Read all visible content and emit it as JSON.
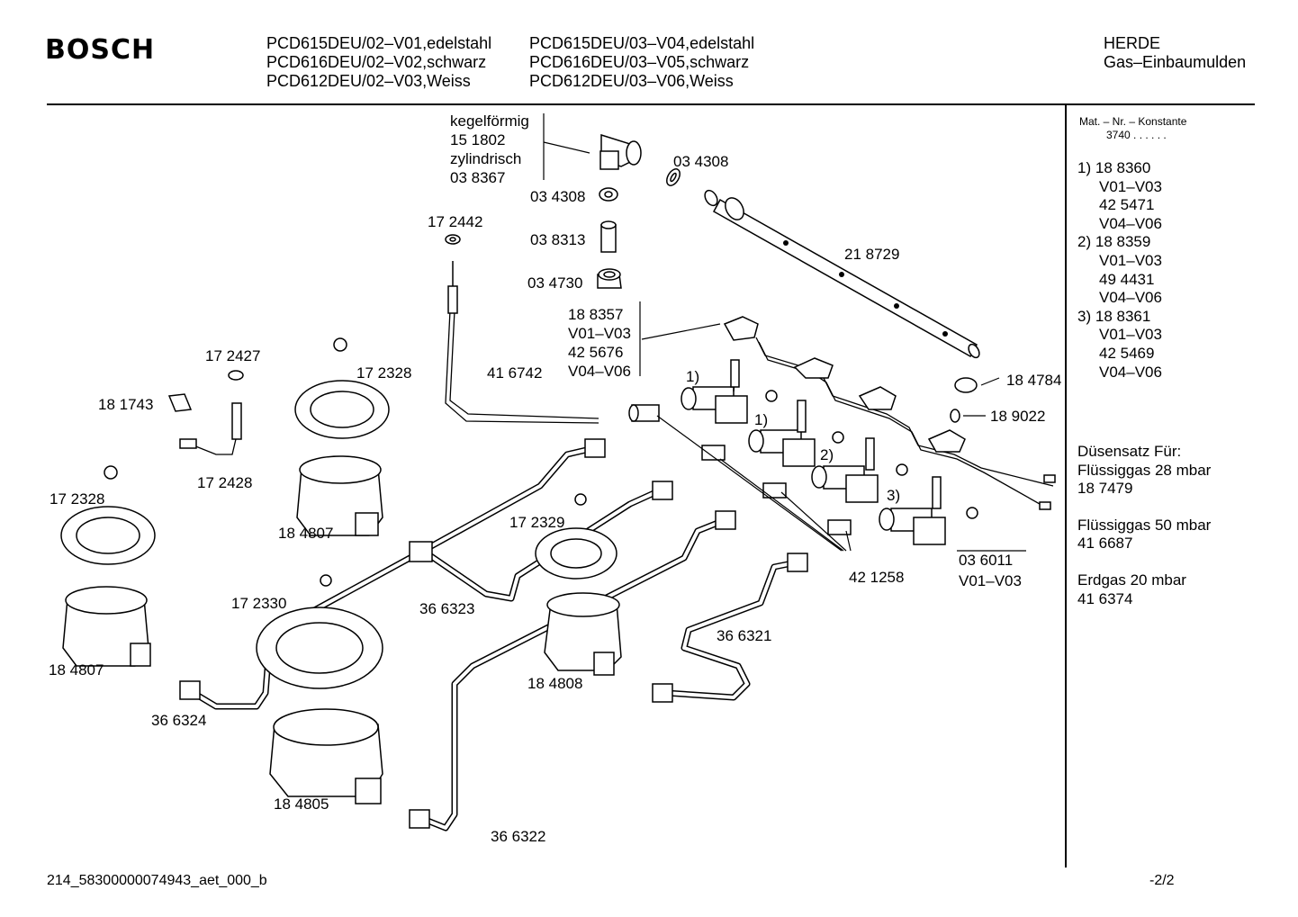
{
  "header": {
    "brand": "BOSCH",
    "models_col1": [
      "PCD615DEU/02–V01,edelstahl",
      "PCD616DEU/02–V02,schwarz",
      "PCD612DEU/02–V03,Weiss"
    ],
    "models_col2": [
      "PCD615DEU/03–V04,edelstahl",
      "PCD616DEU/03–V05,schwarz",
      "PCD612DEU/03–V06,Weiss"
    ],
    "category": "HERDE",
    "subcategory": "Gas–Einbaumulden"
  },
  "sidebar": {
    "mat_title": "Mat. – Nr. – Konstante",
    "mat_value": "3740 .  .  .  .  .  .",
    "variants": [
      {
        "num": "1)",
        "lines": [
          "18 8360",
          "V01–V03",
          "42 5471",
          "V04–V06"
        ]
      },
      {
        "num": "2)",
        "lines": [
          "18 8359",
          "V01–V03",
          "49 4431",
          "V04–V06"
        ]
      },
      {
        "num": "3)",
        "lines": [
          "18 8361",
          "V01–V03",
          "42 5469",
          "V04–V06"
        ]
      }
    ],
    "duesen_title": "Düsensatz Für:",
    "duesen": [
      {
        "label": "Flüssiggas 28 mbar",
        "num": "18 7479"
      },
      {
        "label": "Flüssiggas 50 mbar",
        "num": "41 6687"
      },
      {
        "label": "Erdgas 20 mbar",
        "num": "41 6374"
      }
    ]
  },
  "labels": {
    "kegel": "kegelförmig",
    "kegel_num": "15 1802",
    "zylinder": "zylindrisch",
    "zylinder_num": "03 8367",
    "p034308a": "03 4308",
    "p034308b": "03 4308",
    "p172442": "17 2442",
    "p038313": "03 8313",
    "p034730": "03 4730",
    "p218729": "21 8729",
    "p188357": "18 8357",
    "v0103a": "V01–V03",
    "p425676": "42 5676",
    "v0406a": "V04–V06",
    "p172427": "17 2427",
    "p172328a": "17 2328",
    "p181743": "18 1743",
    "p416742": "41 6742",
    "p184784": "18 4784",
    "p189022": "18 9022",
    "one_a": "1)",
    "one_b": "1)",
    "two": "2)",
    "three": "3)",
    "p172428": "17 2428",
    "p172328b": "17 2328",
    "p184807a": "18 4807",
    "p172329": "17 2329",
    "p421258": "42 1258",
    "p036011": "03 6011",
    "v0103b": "V01–V03",
    "p172330": "17 2330",
    "p366323": "36 6323",
    "p184807b": "18 4807",
    "p366321": "36 6321",
    "p184808": "18 4808",
    "p366324": "36 6324",
    "p184805": "18 4805",
    "p366322": "36 6322"
  },
  "footer": {
    "doc_id": "214_58300000074943_aet_000_b",
    "page": "-2/2"
  }
}
